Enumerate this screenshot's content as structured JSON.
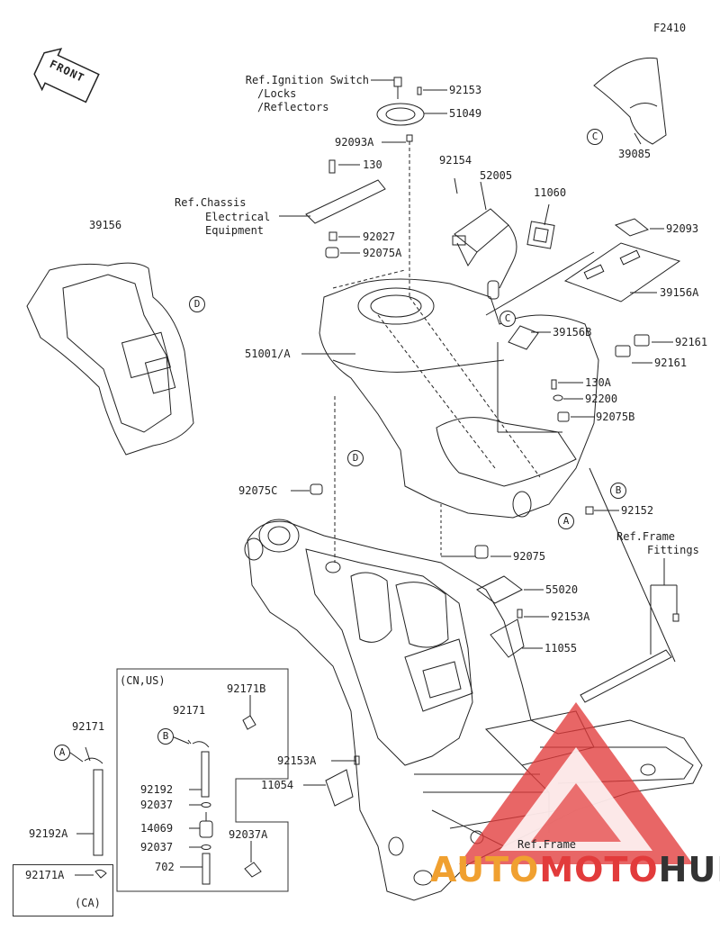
{
  "figure_code": "F2410",
  "front_label": "FRONT",
  "ref_labels": {
    "ignition": [
      "Ref.Ignition Switch",
      "/Locks",
      "/Reflectors"
    ],
    "chassis": [
      "Ref.Chassis",
      "Electrical",
      "Equipment"
    ],
    "frame_fittings": [
      "Ref.Frame",
      "Fittings"
    ],
    "frame": "Ref.Frame"
  },
  "parts": {
    "p92153": "92153",
    "p51049": "51049",
    "p92093A": "92093A",
    "p130": "130",
    "p92027": "92027",
    "p92075A": "92075A",
    "p39156": "39156",
    "p51001A": "51001/A",
    "p92075C": "92075C",
    "p92154": "92154",
    "p52005": "52005",
    "p11060": "11060",
    "p39085": "39085",
    "p92093": "92093",
    "p39156A": "39156A",
    "p39156B": "39156B",
    "p92161a": "92161",
    "p92161b": "92161",
    "p130A": "130A",
    "p92200": "92200",
    "p92075B": "92075B",
    "p92152": "92152",
    "p92075": "92075",
    "p55020": "55020",
    "p92153A": "92153A",
    "p11055": "11055",
    "p92153A2": "92153A",
    "p11054": "11054",
    "p92171": "92171",
    "p92192A": "92192A",
    "p92171A": "92171A",
    "ca": "(CA)",
    "cnus": "(CN,US)",
    "p92171b_in": "92171",
    "p92171B": "92171B",
    "p92192": "92192",
    "p92037": "92037",
    "p14069": "14069",
    "p92037b": "92037",
    "p702": "702",
    "p92037A": "92037A"
  },
  "callouts": {
    "A": "A",
    "B": "B",
    "C": "C",
    "D": "D"
  },
  "watermark": {
    "part1": "AUTO",
    "part2": "MOTO",
    "part3": "HUB"
  },
  "colors": {
    "line": "#222222",
    "watermark_red": "#e23b3b",
    "watermark_orange": "#f0a030",
    "watermark_dark": "#333333"
  }
}
